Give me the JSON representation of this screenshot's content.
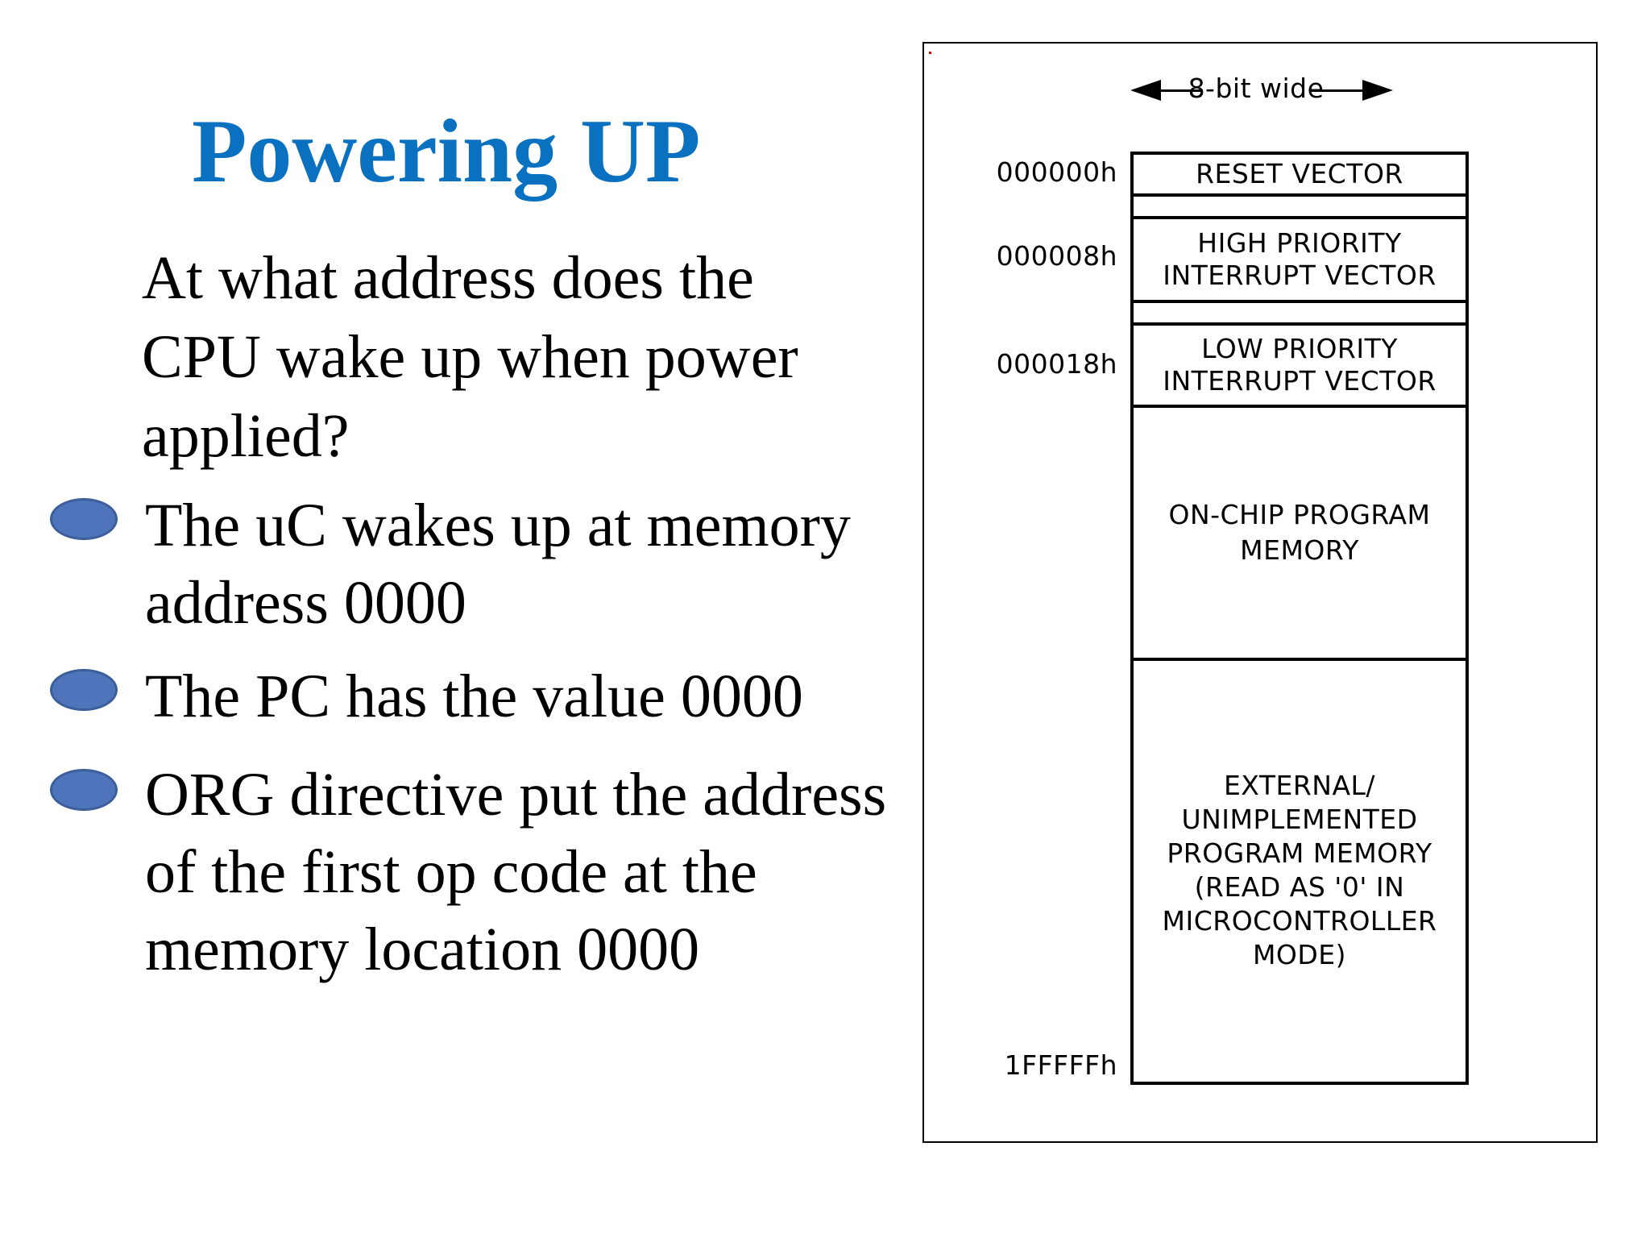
{
  "colors": {
    "title": "#0a70c0",
    "bullet_fill": "#4f74bb",
    "bullet_stroke": "#3a5f99",
    "text": "#000000"
  },
  "slide": {
    "title": "Powering UP",
    "intro": "At what address does the CPU wake up when power applied?",
    "bullets": [
      {
        "icon": "ellipse-bullet-icon",
        "text": "The uC wakes up at memory address 0000"
      },
      {
        "icon": "ellipse-bullet-icon",
        "text": "The PC has the value 0000"
      },
      {
        "icon": "ellipse-bullet-icon",
        "text": "ORG directive put the address of the first op code at the memory location 0000"
      }
    ]
  },
  "diagram": {
    "width_label": "8-bit wide",
    "addresses": [
      "000000h",
      "000008h",
      "000018h",
      "1FFFFFh"
    ],
    "regions": [
      "RESET VECTOR",
      "HIGH PRIORITY\nINTERRUPT VECTOR",
      "LOW PRIORITY\nINTERRUPT VECTOR",
      "ON-CHIP PROGRAM\nMEMORY",
      "EXTERNAL/\nUNIMPLEMENTED\nPROGRAM MEMORY\n(READ AS '0' IN\nMICROCONTROLLER\nMODE)"
    ]
  }
}
